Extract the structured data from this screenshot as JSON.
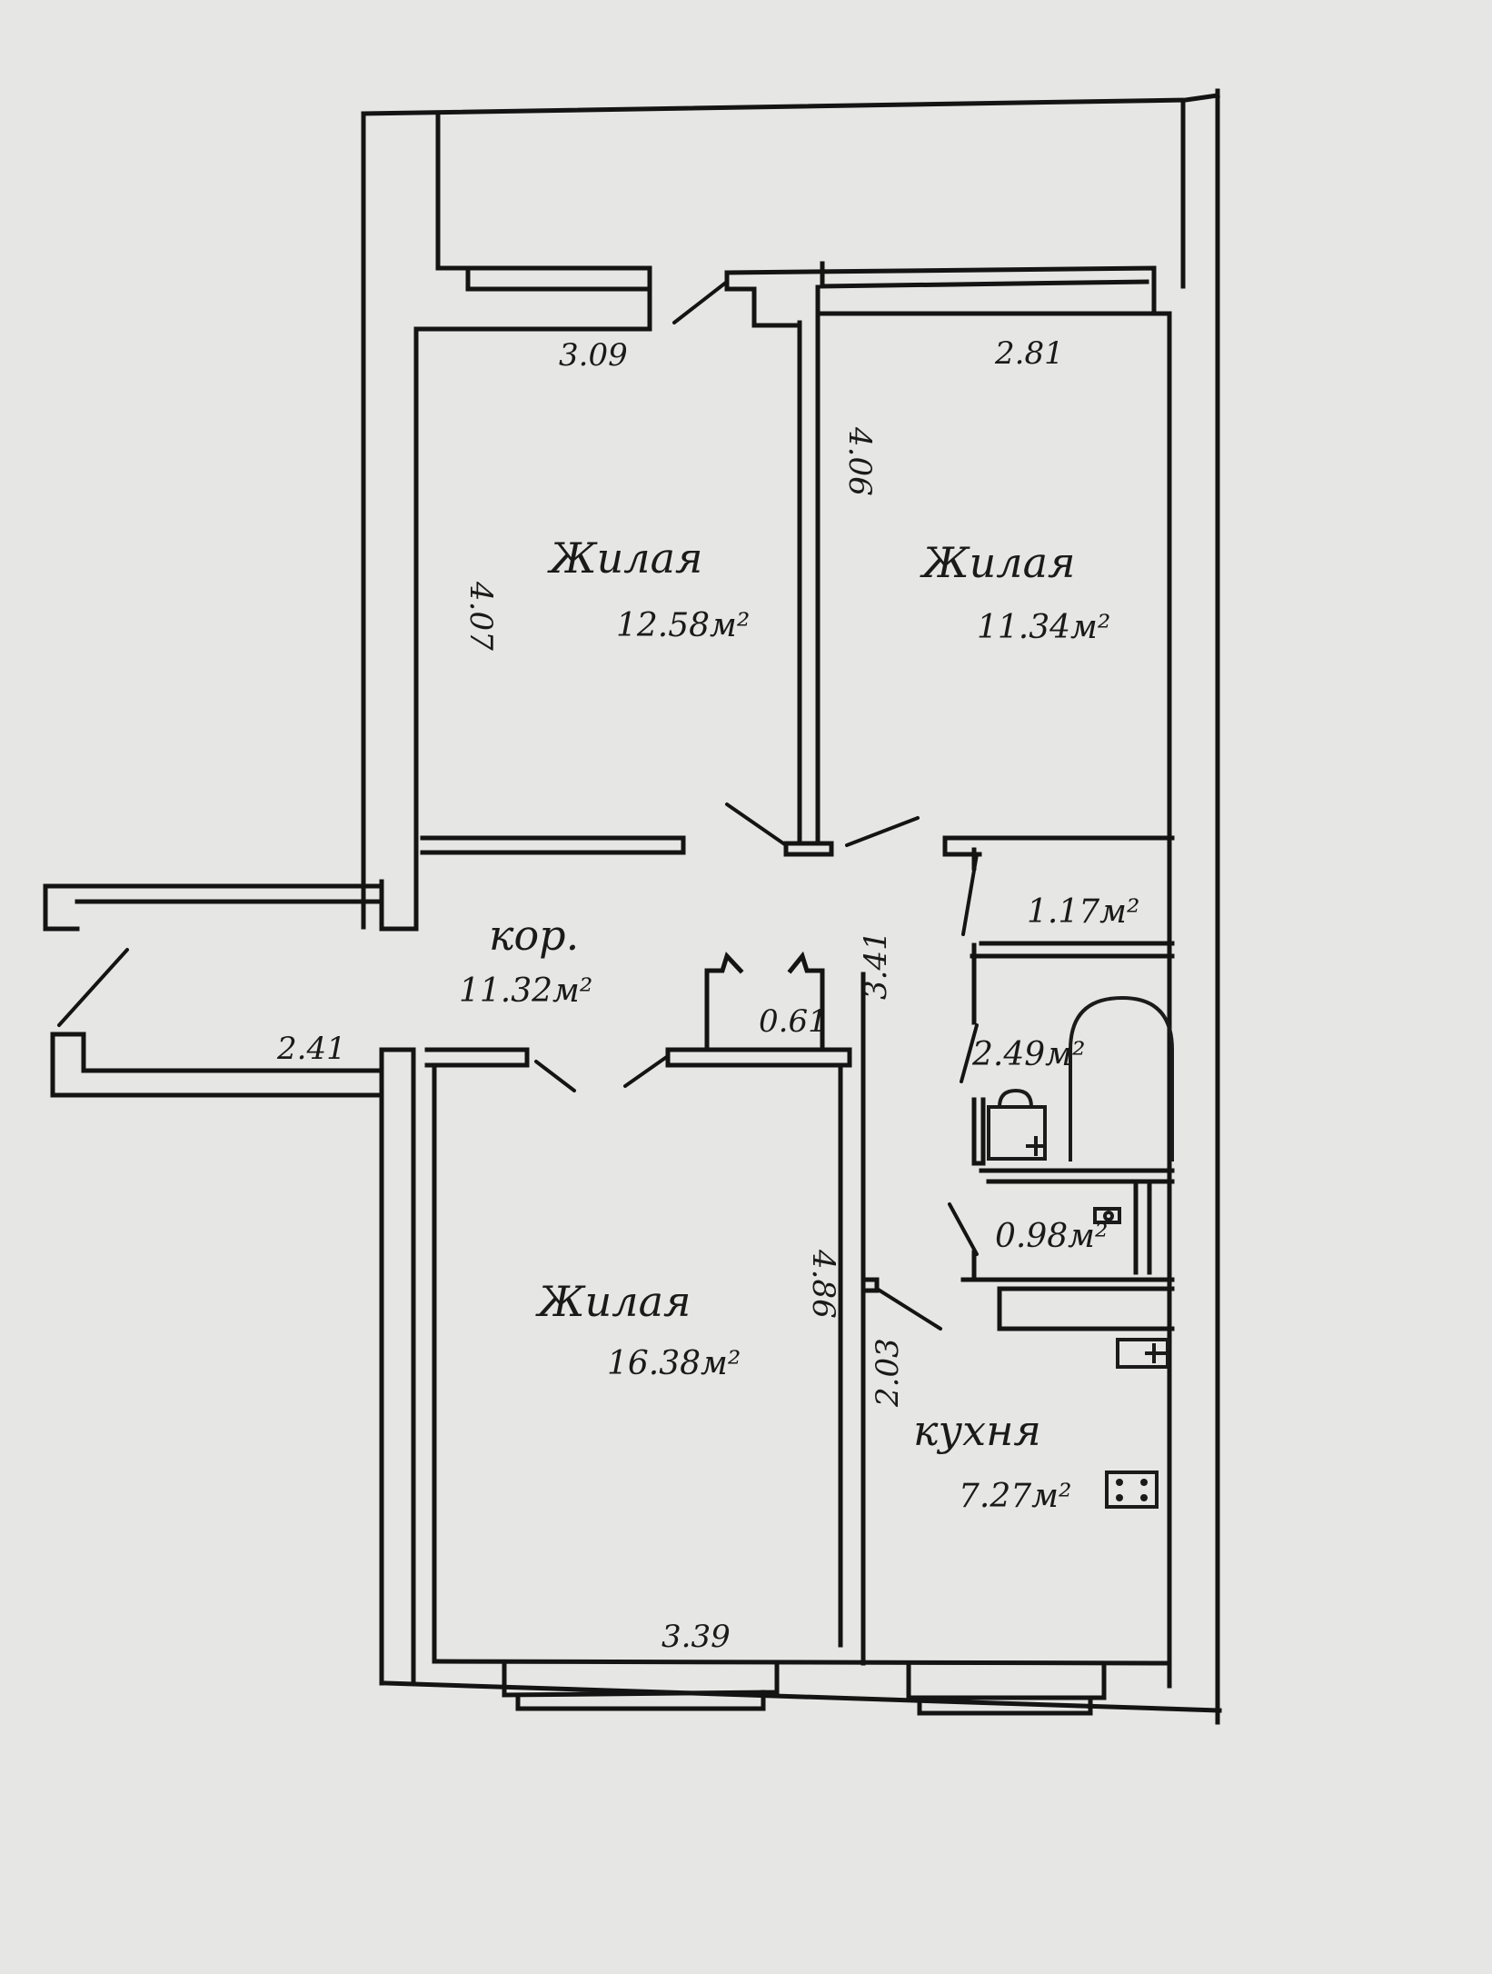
{
  "rooms": {
    "living_top_left": {
      "name": "Жилая",
      "area": "12.58м²"
    },
    "living_top_right": {
      "name": "Жилая",
      "area": "11.34м²"
    },
    "living_bottom": {
      "name": "Жилая",
      "area": "16.38м²"
    },
    "corridor": {
      "name": "кор.",
      "area": "11.32м²"
    },
    "kitchen": {
      "name": "кухня",
      "area": "7.27м²"
    },
    "storage": {
      "area": "1.17м²"
    },
    "bathroom": {
      "area": "2.49м²"
    },
    "toilet": {
      "area": "0.98м²"
    }
  },
  "dimensions": {
    "top_left_width": "3.09",
    "top_left_height": "4.07",
    "top_right_width": "2.81",
    "top_right_height": "4.06",
    "corridor_width": "2.41",
    "niche_width": "0.61",
    "corridor_side": "3.41",
    "bottom_height": "4.86",
    "bottom_width": "3.39",
    "kitchen_side": "2.03"
  },
  "colors": {
    "paper": "#e6e7e4",
    "ink": "#141414"
  },
  "icons": {
    "stove": "stove-icon",
    "sink": "sink-icon",
    "washbasin": "washbasin-icon",
    "bathtub": "bathtub-icon"
  }
}
